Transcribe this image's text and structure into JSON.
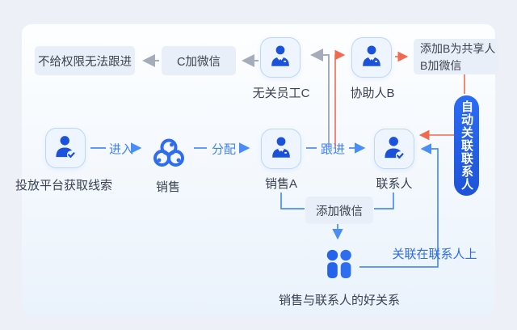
{
  "diagram": {
    "nodes": {
      "lead_source": {
        "label": "投放平台获取线索",
        "icon": "person-check-icon"
      },
      "sales_pool": {
        "label": "销售",
        "icon": "crm-knot-logo-icon"
      },
      "sales_a": {
        "label": "销售A",
        "icon": "business-person-icon"
      },
      "contact": {
        "label": "联系人",
        "icon": "person-check-icon"
      },
      "helper_b": {
        "label": "协助人B",
        "icon": "business-person-icon"
      },
      "employee_c": {
        "label": "无关员工C",
        "icon": "business-person-icon"
      },
      "relationship": {
        "label": "销售与联系人的好关系",
        "icon": "two-person-icon"
      }
    },
    "boxes": {
      "no_permission": {
        "label": "不给权限无法跟进"
      },
      "c_add_wechat": {
        "label": "C加微信"
      },
      "share_b": {
        "line1": "添加B为共享人",
        "line2": "B加微信"
      },
      "add_wechat": {
        "label": "添加微信"
      }
    },
    "pill": {
      "label": "自动关联联系人"
    },
    "edge_labels": {
      "enter": "进入",
      "assign": "分配",
      "follow": "跟进",
      "link_on_contact": "关联在联系人上"
    },
    "colors": {
      "blue_accent": "#3e82f7",
      "red_accent": "#f06a52",
      "gray_accent": "#a6adba",
      "pill_bg": "#2160e8",
      "glyph_blue": "#1b52db",
      "box_bg": "#e9eff8"
    }
  }
}
